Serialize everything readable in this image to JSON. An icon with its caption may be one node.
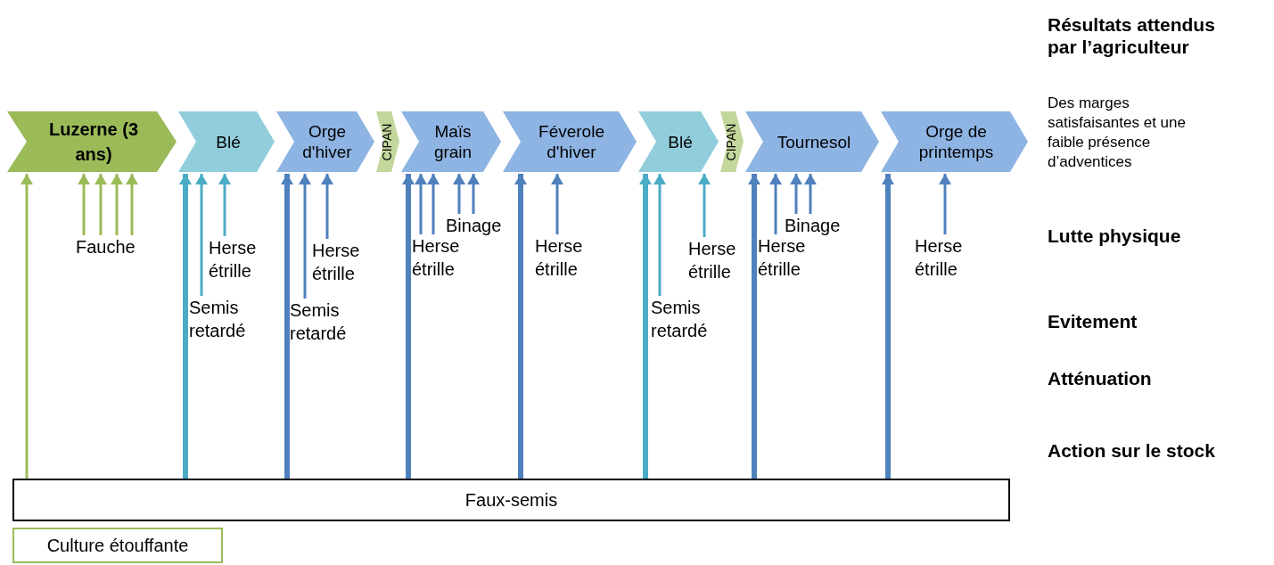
{
  "diagram": {
    "nodes": [
      {
        "text": [
          "Luzerne (3 ans)"
        ]
      },
      {
        "text": [
          "Blé"
        ]
      },
      {
        "text": [
          "Orge d'hiver"
        ]
      },
      {
        "text": [
          "CIPAN"
        ]
      },
      {
        "text": [
          "Maïs grain"
        ]
      },
      {
        "text": [
          "Féverole d'hiver"
        ]
      },
      {
        "text": [
          "Blé"
        ]
      },
      {
        "text": [
          "CIPAN"
        ]
      },
      {
        "text": [
          "Tournesol"
        ]
      },
      {
        "text": [
          "Orge de printemps"
        ]
      },
      {
        "text": [
          "Fauche"
        ]
      },
      {
        "text": [
          "Herse étrille"
        ]
      },
      {
        "text": [
          "Semis retardé"
        ]
      },
      {
        "text": [
          "Herse étrille"
        ]
      },
      {
        "text": [
          "Semis retardé"
        ]
      },
      {
        "text": [
          "Binage"
        ]
      },
      {
        "text": [
          "Herse étrille"
        ]
      },
      {
        "text": [
          "Herse étrille"
        ]
      },
      {
        "text": [
          "Herse étrille"
        ]
      },
      {
        "text": [
          "Semis retardé"
        ]
      },
      {
        "text": [
          "Binage"
        ]
      },
      {
        "text": [
          "Herse étrille"
        ]
      },
      {
        "text": [
          "Herse étrille"
        ]
      },
      {
        "text": [
          "Faux-semis"
        ]
      },
      {
        "text": [
          "Culture étouffante"
        ]
      }
    ],
    "edges": [
      {
        "from": 23,
        "to": 0,
        "arrow": "to",
        "color": "#9bbb59"
      },
      {
        "from": 10,
        "to": 0,
        "arrow": "to",
        "color": "#9bbb59"
      },
      {
        "from": 10,
        "to": 0,
        "arrow": "to",
        "color": "#9bbb59"
      },
      {
        "from": 10,
        "to": 0,
        "arrow": "to",
        "color": "#9bbb59"
      },
      {
        "from": 10,
        "to": 0,
        "arrow": "to",
        "color": "#9bbb59"
      },
      {
        "from": 23,
        "to": 1,
        "arrow": "to",
        "style": "thick",
        "color": "#4bacc6"
      },
      {
        "from": 12,
        "to": 1,
        "arrow": "to",
        "color": "#4bacc6"
      },
      {
        "from": 11,
        "to": 1,
        "arrow": "to",
        "color": "#4bacc6"
      },
      {
        "from": 23,
        "to": 2,
        "arrow": "to",
        "style": "thick"
      },
      {
        "from": 14,
        "to": 2,
        "arrow": "to"
      },
      {
        "from": 13,
        "to": 2,
        "arrow": "to"
      },
      {
        "from": 23,
        "to": 4,
        "arrow": "to",
        "style": "thick"
      },
      {
        "from": 16,
        "to": 4,
        "arrow": "to"
      },
      {
        "from": 16,
        "to": 4,
        "arrow": "to"
      },
      {
        "from": 15,
        "to": 4,
        "arrow": "to"
      },
      {
        "from": 15,
        "to": 4,
        "arrow": "to"
      },
      {
        "from": 23,
        "to": 5,
        "arrow": "to",
        "style": "thick"
      },
      {
        "from": 17,
        "to": 5,
        "arrow": "to"
      },
      {
        "from": 23,
        "to": 6,
        "arrow": "to",
        "style": "thick",
        "color": "#4bacc6"
      },
      {
        "from": 19,
        "to": 6,
        "arrow": "to",
        "color": "#4bacc6"
      },
      {
        "from": 18,
        "to": 6,
        "arrow": "to",
        "color": "#4bacc6"
      },
      {
        "from": 23,
        "to": 8,
        "arrow": "to",
        "style": "thick"
      },
      {
        "from": 21,
        "to": 8,
        "arrow": "to"
      },
      {
        "from": 20,
        "to": 8,
        "arrow": "to"
      },
      {
        "from": 20,
        "to": 8,
        "arrow": "to"
      },
      {
        "from": 23,
        "to": 9,
        "arrow": "to",
        "style": "thick"
      },
      {
        "from": 22,
        "to": 9,
        "arrow": "to"
      }
    ],
    "labels": [
      "Résultats attendus par l’agriculteur",
      "Des marges satisfaisantes et une faible présence d’adventices",
      "Lutte physique",
      "Evitement",
      "Atténuation",
      "Action sur le stock"
    ]
  }
}
